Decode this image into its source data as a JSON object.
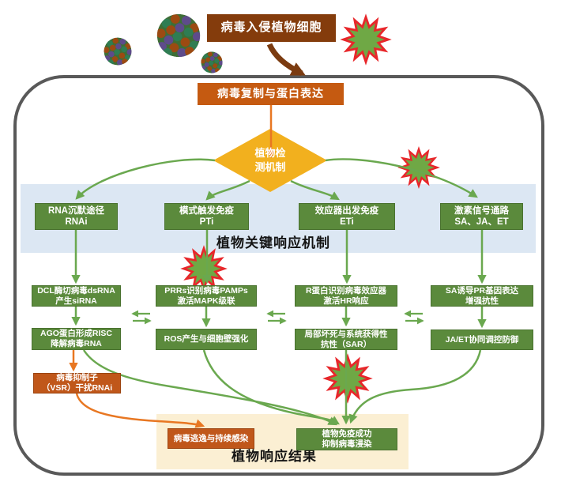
{
  "diagram": {
    "invasion_title": "病毒入侵植物细胞",
    "replication_box": "病毒复制与蛋白表达",
    "detection_diamond": {
      "line1": "植物检",
      "line2": "测机制"
    },
    "response_band_label": "植物关键响应机制",
    "outcome_band_label": "植物响应结果",
    "pathways": [
      {
        "header": {
          "line1": "RNA沉默途径",
          "line2": "RNAi"
        },
        "step1": {
          "line1": "DCL酶切病毒dsRNA",
          "line2": "产生siRNA"
        },
        "step2": {
          "line1": "AGO蛋白形成RISC",
          "line2": "降解病毒RNA"
        }
      },
      {
        "header": {
          "line1": "模式触发免疫",
          "line2": "PTi"
        },
        "step1": {
          "line1": "PRRs识别病毒PAMPs",
          "line2": "激活MAPK级联"
        },
        "step2": {
          "line1": "ROS产生与细胞壁强化"
        }
      },
      {
        "header": {
          "line1": "效应器出发免疫",
          "line2": "ETi"
        },
        "step1": {
          "line1": "R蛋白识别病毒效应器",
          "line2": "激活HR响应"
        },
        "step2": {
          "line1": "局部坏死与系统获得性",
          "line2": "抗性（SAR）"
        }
      },
      {
        "header": {
          "line1": "激素信号通路",
          "line2": "SA、JA、ET"
        },
        "step1": {
          "line1": "SA诱导PR基因表达",
          "line2": "增强抗性"
        },
        "step2": {
          "line1": "JA/ET协同调控防御"
        }
      }
    ],
    "vsr_box": {
      "line1": "病毒抑制子",
      "line2": "（VSR）干扰RNAi"
    },
    "escape_box": "病毒逃逸与持续感染",
    "success_box": {
      "line1": "植物免疫成功",
      "line2": "抑制病毒浸染"
    },
    "icons": {
      "virus_particles": "virus-particle-icon",
      "starburst": "defense-burst-icon"
    },
    "colors": {
      "invasion_brown": "#843C0C",
      "replication_orange": "#C55A11",
      "diamond_yellow": "#F2B01E",
      "box_green": "#5B8A3C",
      "arrow_green": "#6AA84F",
      "arrow_orange": "#E87722",
      "band_blue": "#DCE7F3",
      "band_yellow": "#FBEFD3",
      "burst_red": "#E8262A",
      "burst_green": "#6FA845",
      "cell_border_gray": "#595959"
    }
  }
}
